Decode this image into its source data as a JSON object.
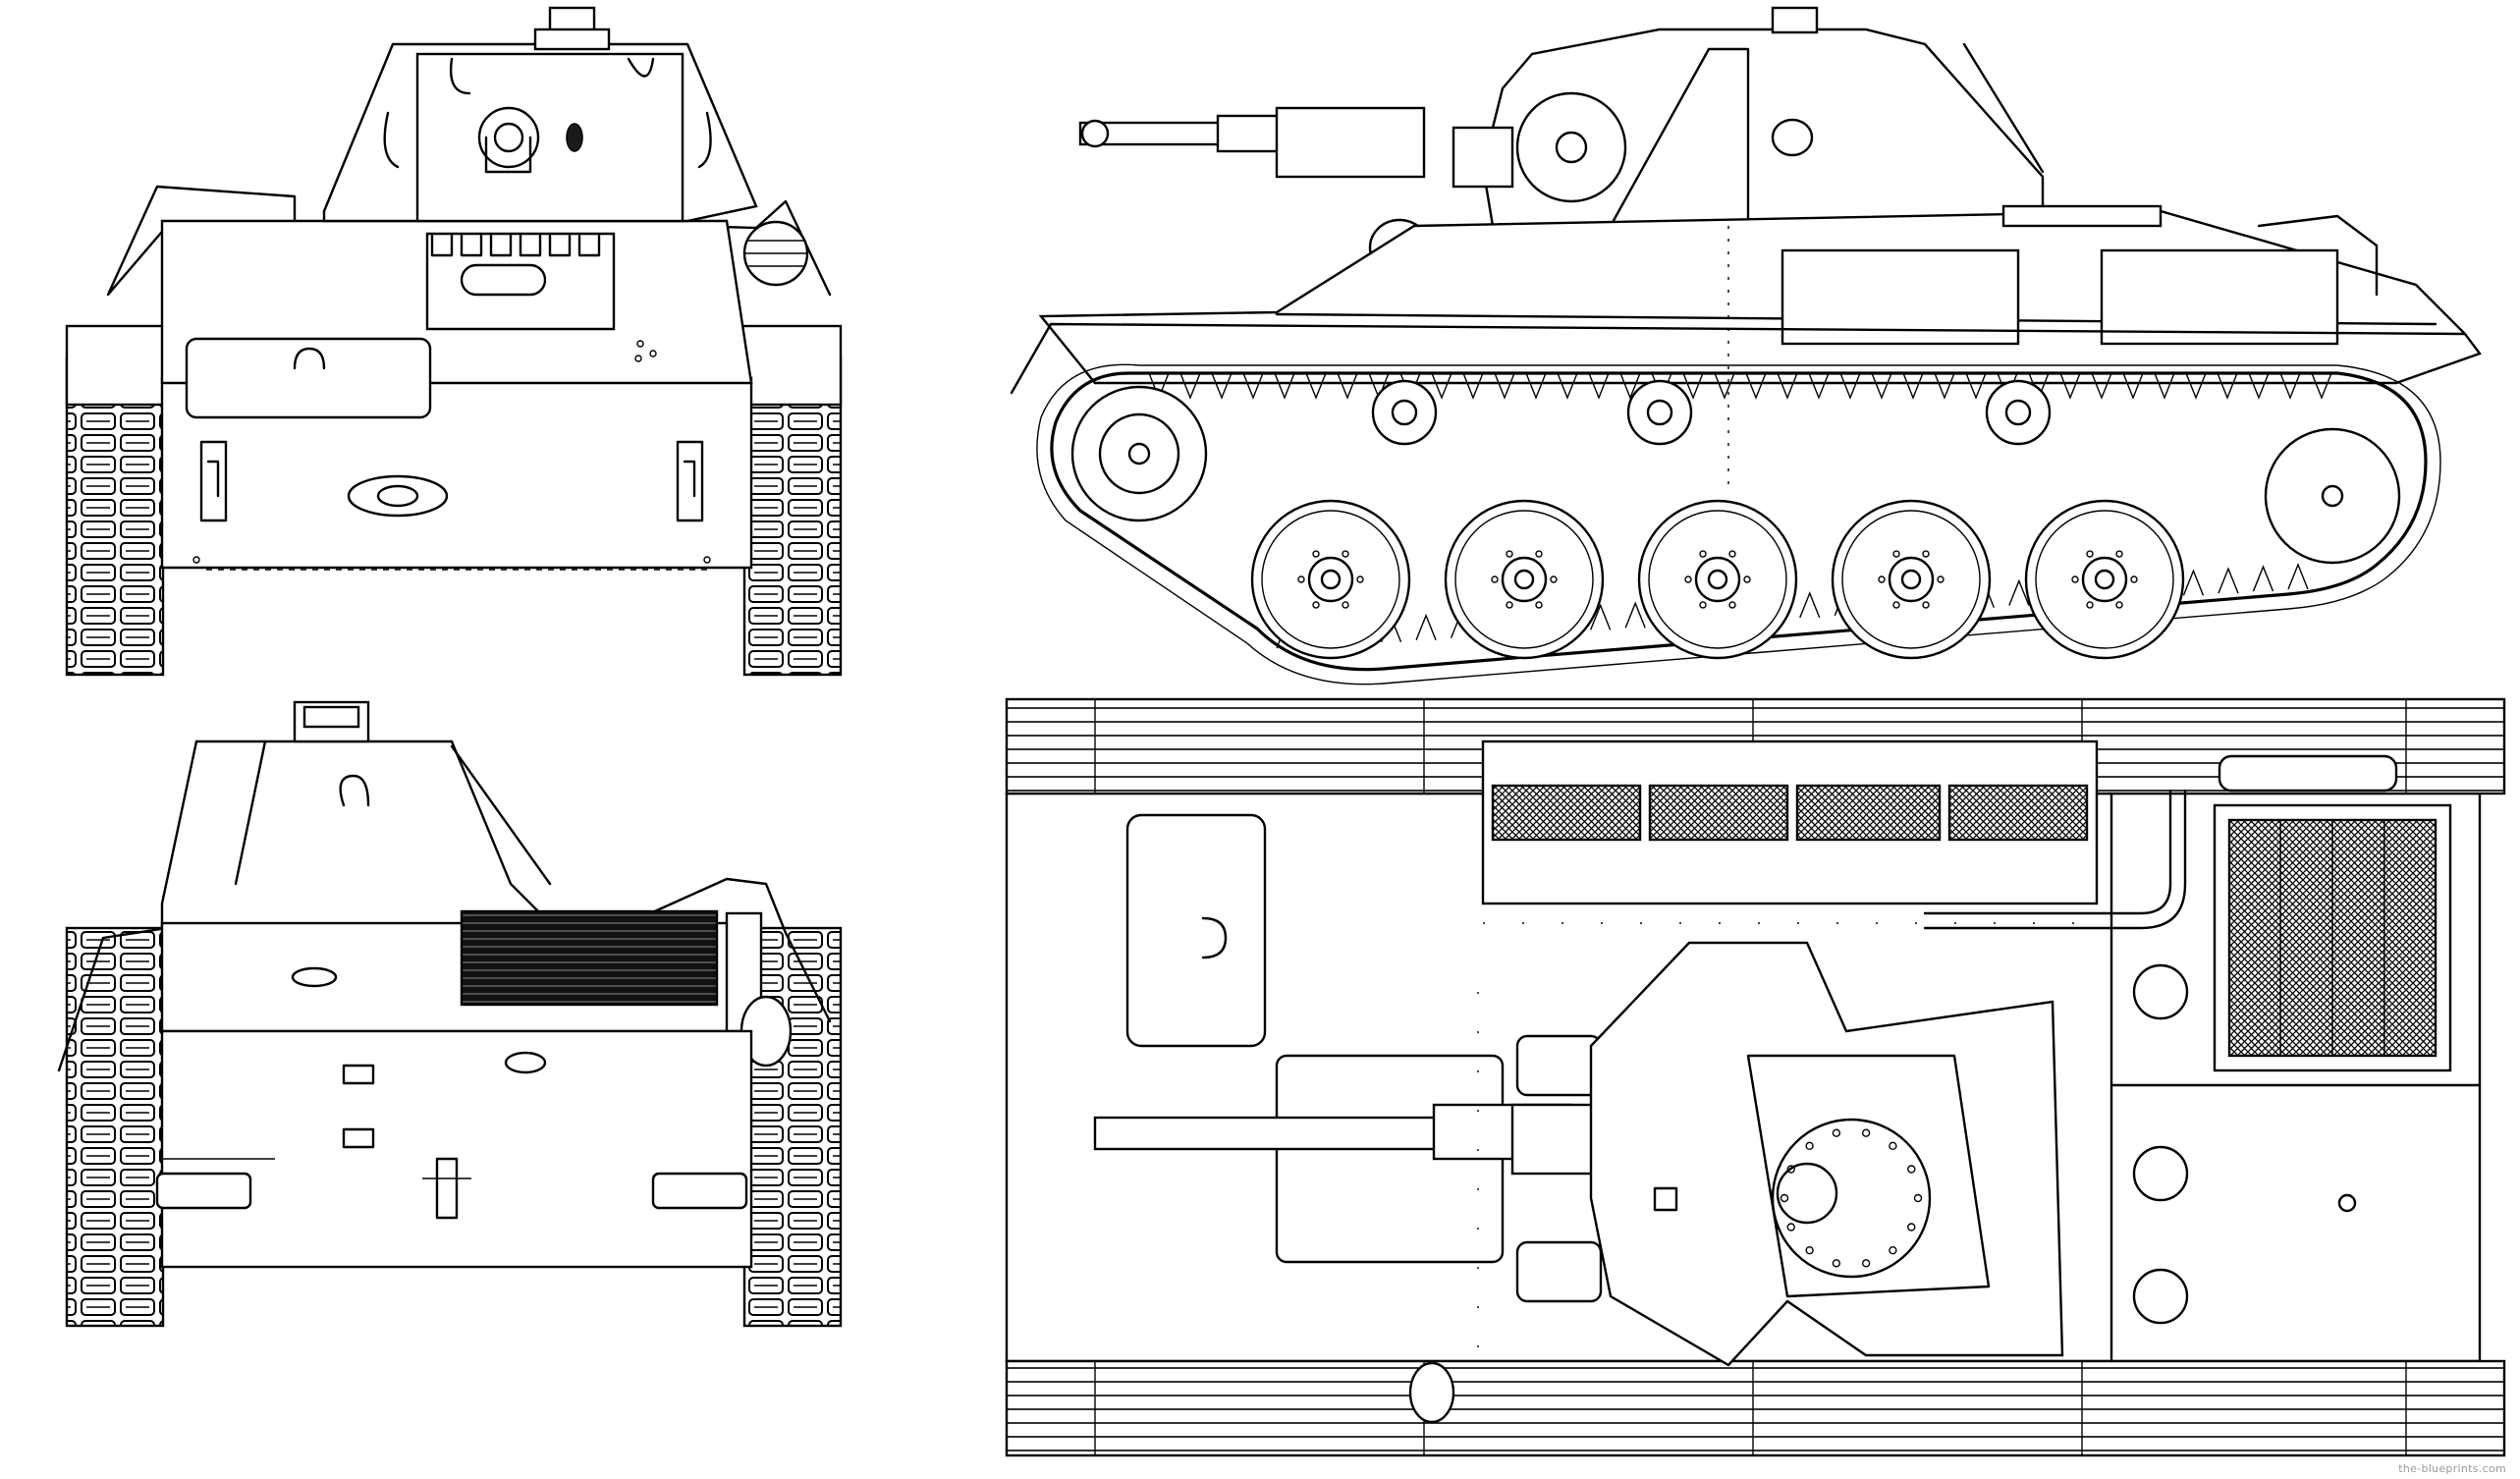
{
  "drawing": {
    "subject": "light tank",
    "views": [
      "front",
      "side",
      "rear",
      "top"
    ],
    "watermark": "the-blueprints.com",
    "line_color": "#000000",
    "background": "#ffffff"
  },
  "side_view": {
    "road_wheels": 5,
    "return_rollers": 3
  }
}
